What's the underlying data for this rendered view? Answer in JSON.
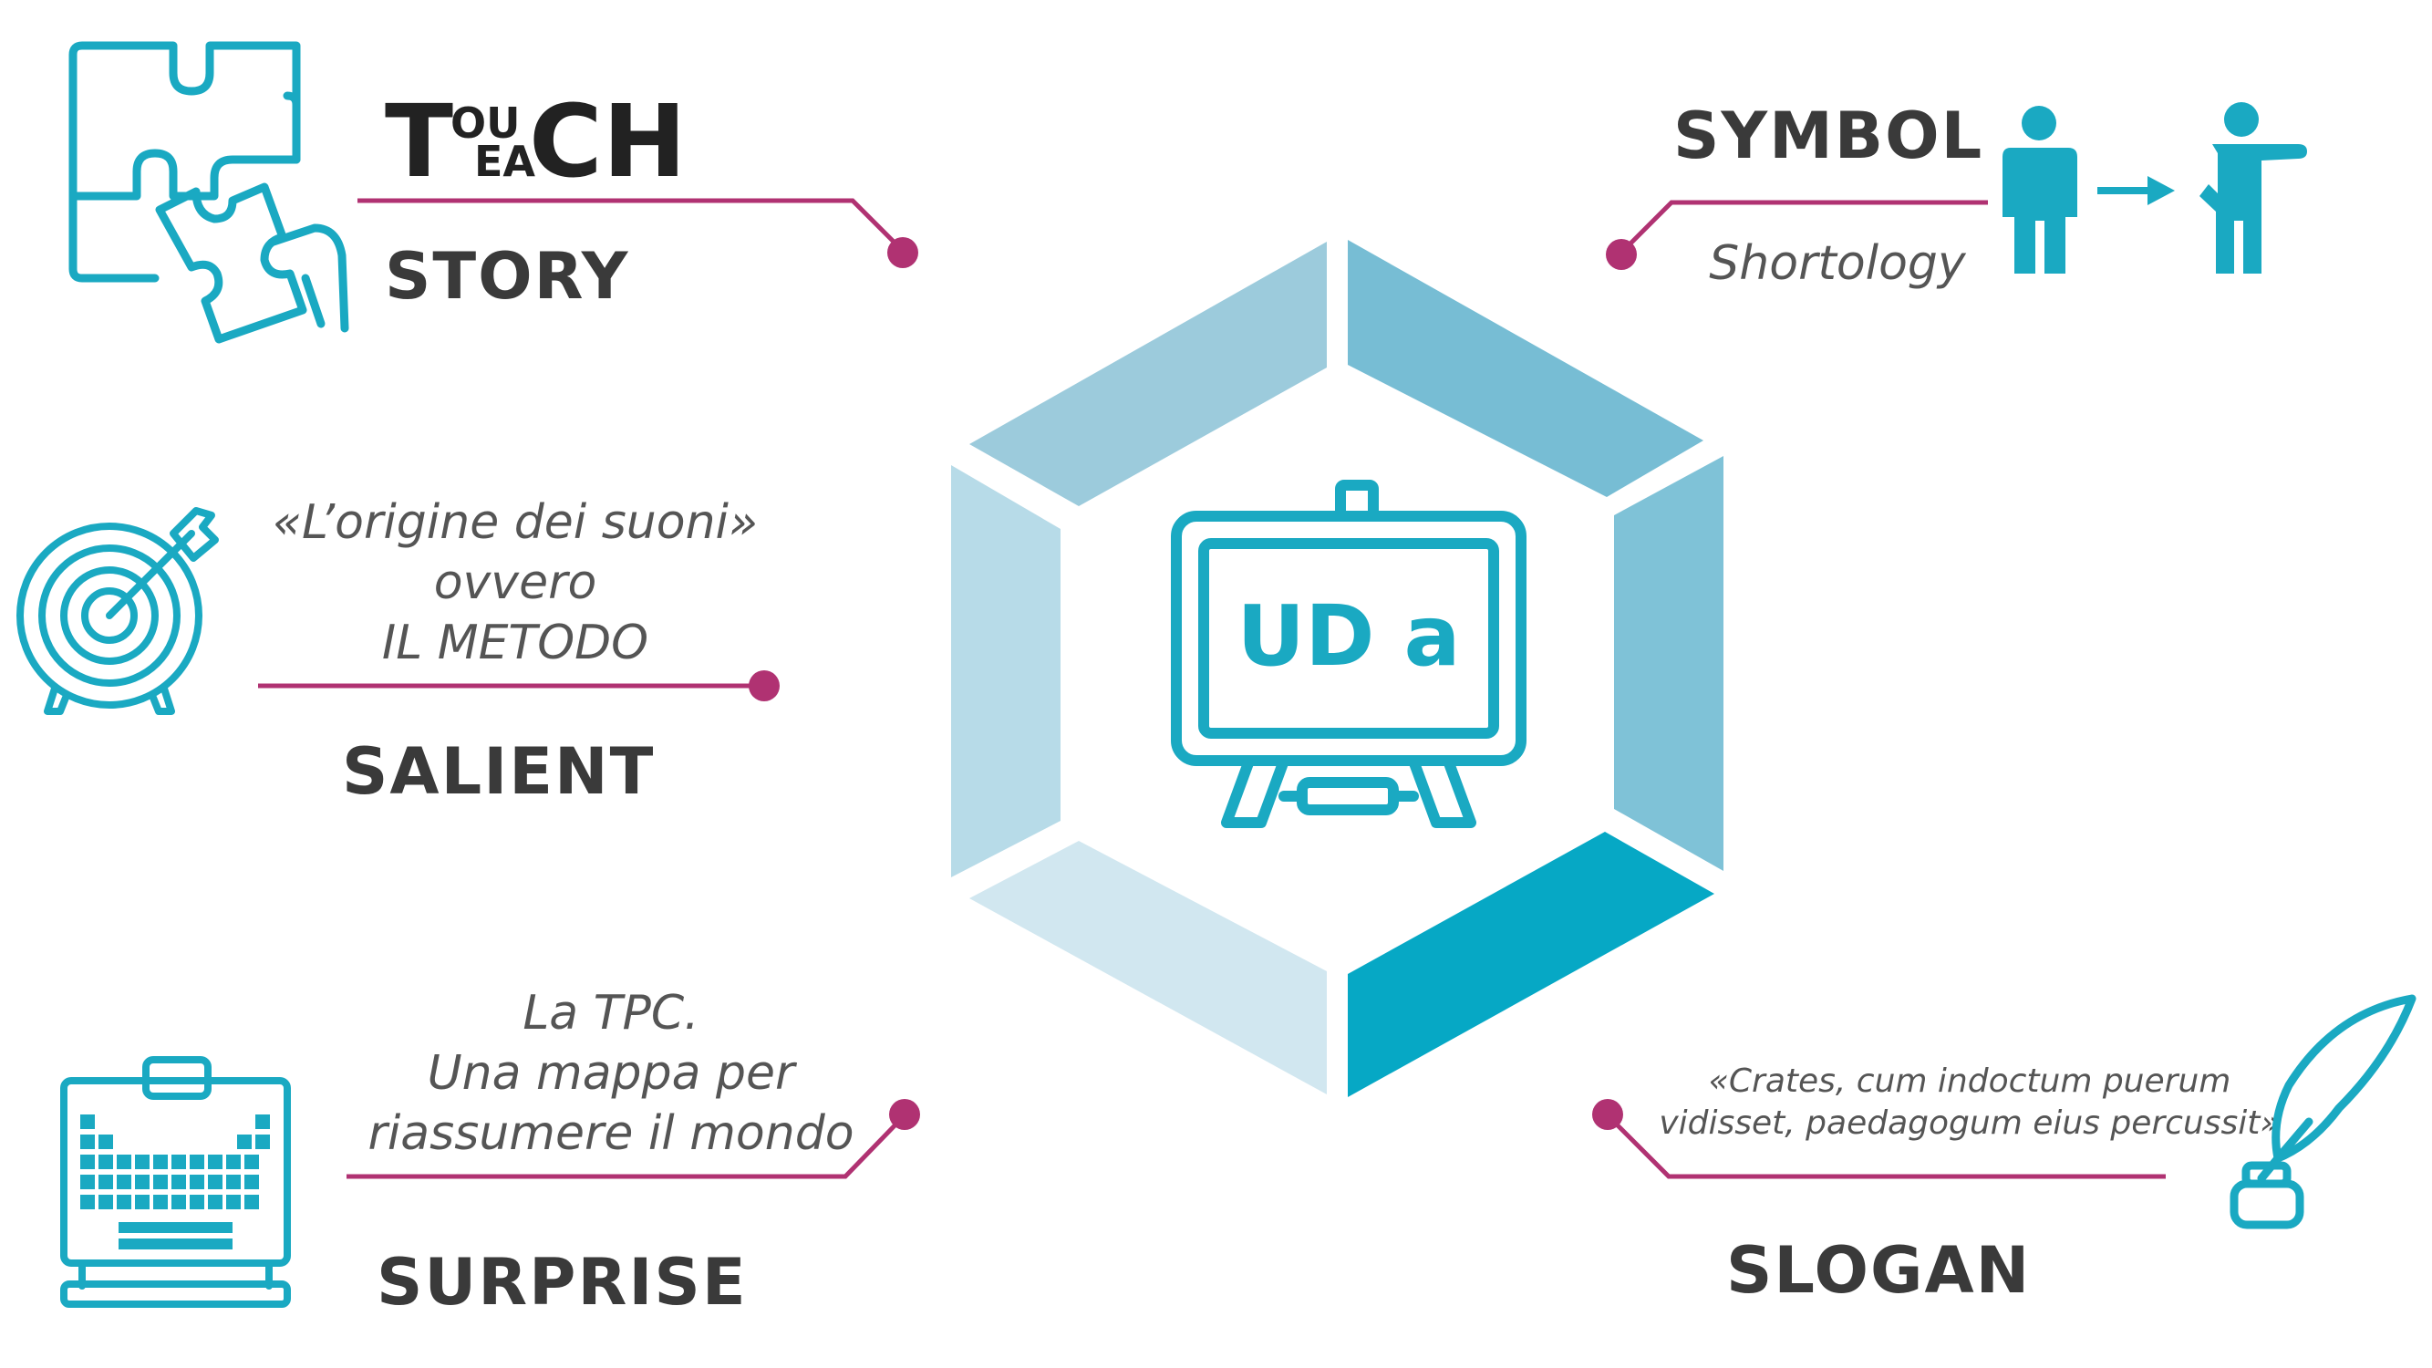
{
  "center": {
    "label": "UD a"
  },
  "logo": {
    "t": "T",
    "top": "OU",
    "bottom": "EA",
    "ch": "CH"
  },
  "story": {
    "label": "STORY"
  },
  "symbol": {
    "label": "SYMBOL",
    "subtitle": "Shortology"
  },
  "salient": {
    "label": "SALIENT",
    "lines": [
      "«L’origine dei suoni»",
      "ovvero",
      "IL METODO"
    ]
  },
  "surprise": {
    "label": "SURPRISE",
    "lines": [
      "La TPC.",
      "Una mappa per",
      "riassumere il mondo"
    ]
  },
  "slogan": {
    "label": "SLOGAN",
    "lines": [
      "«Crates, cum indoctum puerum",
      "vidisset, paedagogum eius percussit»"
    ]
  },
  "colors": {
    "teal": "#1aa9c2",
    "magenta": "#b03272",
    "hex_top_left": "#9ccbdc",
    "hex_top_right": "#77bdd4",
    "hex_left": "#b7dbe8",
    "hex_right": "#7fc2d7",
    "hex_bottom_left": "#d1e7f0",
    "hex_bottom_right": "#06a8c5"
  },
  "icons": {
    "story": "puzzle-hand-icon",
    "symbol": "person-pointing-icon",
    "salient": "target-arrow-icon",
    "surprise": "periodic-table-board-icon",
    "slogan": "quill-inkwell-icon",
    "center": "easel-board-icon"
  }
}
